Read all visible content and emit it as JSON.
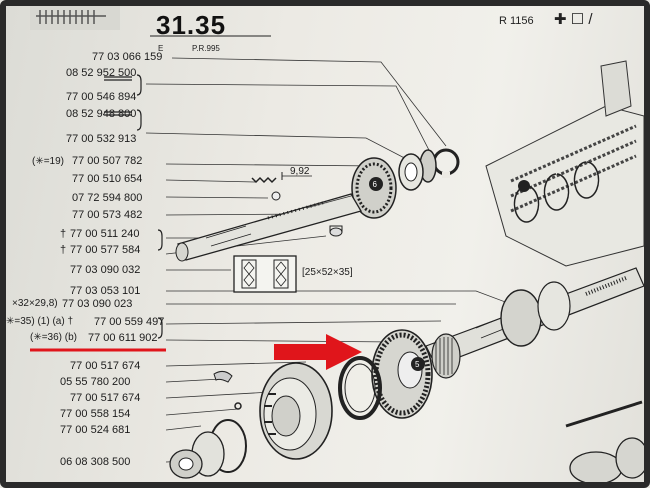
{
  "header": {
    "page_number": "31.35",
    "edition": "E",
    "pr": "P.R.995",
    "reference": "R 1156",
    "symbols": "✚ ☐ /"
  },
  "parts": [
    {
      "id": "p1",
      "text": "77 03 066 159"
    },
    {
      "id": "p2",
      "text": "08 52 952 500"
    },
    {
      "id": "p3",
      "text": "77 00 546 894"
    },
    {
      "id": "p4",
      "text": "08 52 948 800"
    },
    {
      "id": "p5",
      "text": "77 00 532 913"
    },
    {
      "id": "p6",
      "text": "77 00 507 782",
      "prefix": "(✳=19)"
    },
    {
      "id": "p7",
      "text": "77 00 510 654"
    },
    {
      "id": "p8",
      "text": "07 72 594 800"
    },
    {
      "id": "p9",
      "text": "77 00 573 482"
    },
    {
      "id": "p10",
      "text": "77 00 511 240",
      "prefix": "†"
    },
    {
      "id": "p11",
      "text": "77 00 577 584",
      "prefix": "†"
    },
    {
      "id": "p12",
      "text": "77 03 090 032"
    },
    {
      "id": "p13",
      "text": "77 03 053 101"
    },
    {
      "id": "p14",
      "text": "77 03 090 023",
      "prefix": "×32×29,8)"
    },
    {
      "id": "p15",
      "text": "77 00 559 497",
      "prefix": "✳=35) (1) (a) †"
    },
    {
      "id": "p16",
      "text": "77 00 611 902",
      "prefix": "(✳=36) (b)"
    },
    {
      "id": "p17",
      "text": "77 00 517 674"
    },
    {
      "id": "p18",
      "text": "05 55 780 200"
    },
    {
      "id": "p19",
      "text": "77 00 517 674"
    },
    {
      "id": "p20",
      "text": "77 00 558 154"
    },
    {
      "id": "p21",
      "text": "77 00 524 681"
    },
    {
      "id": "p22",
      "text": "06 08 308 500"
    }
  ],
  "annotations": {
    "dimension": "9,92",
    "bearing_size": "25×52×35"
  },
  "colors": {
    "highlight": "#e0151b",
    "ink": "#222222"
  }
}
